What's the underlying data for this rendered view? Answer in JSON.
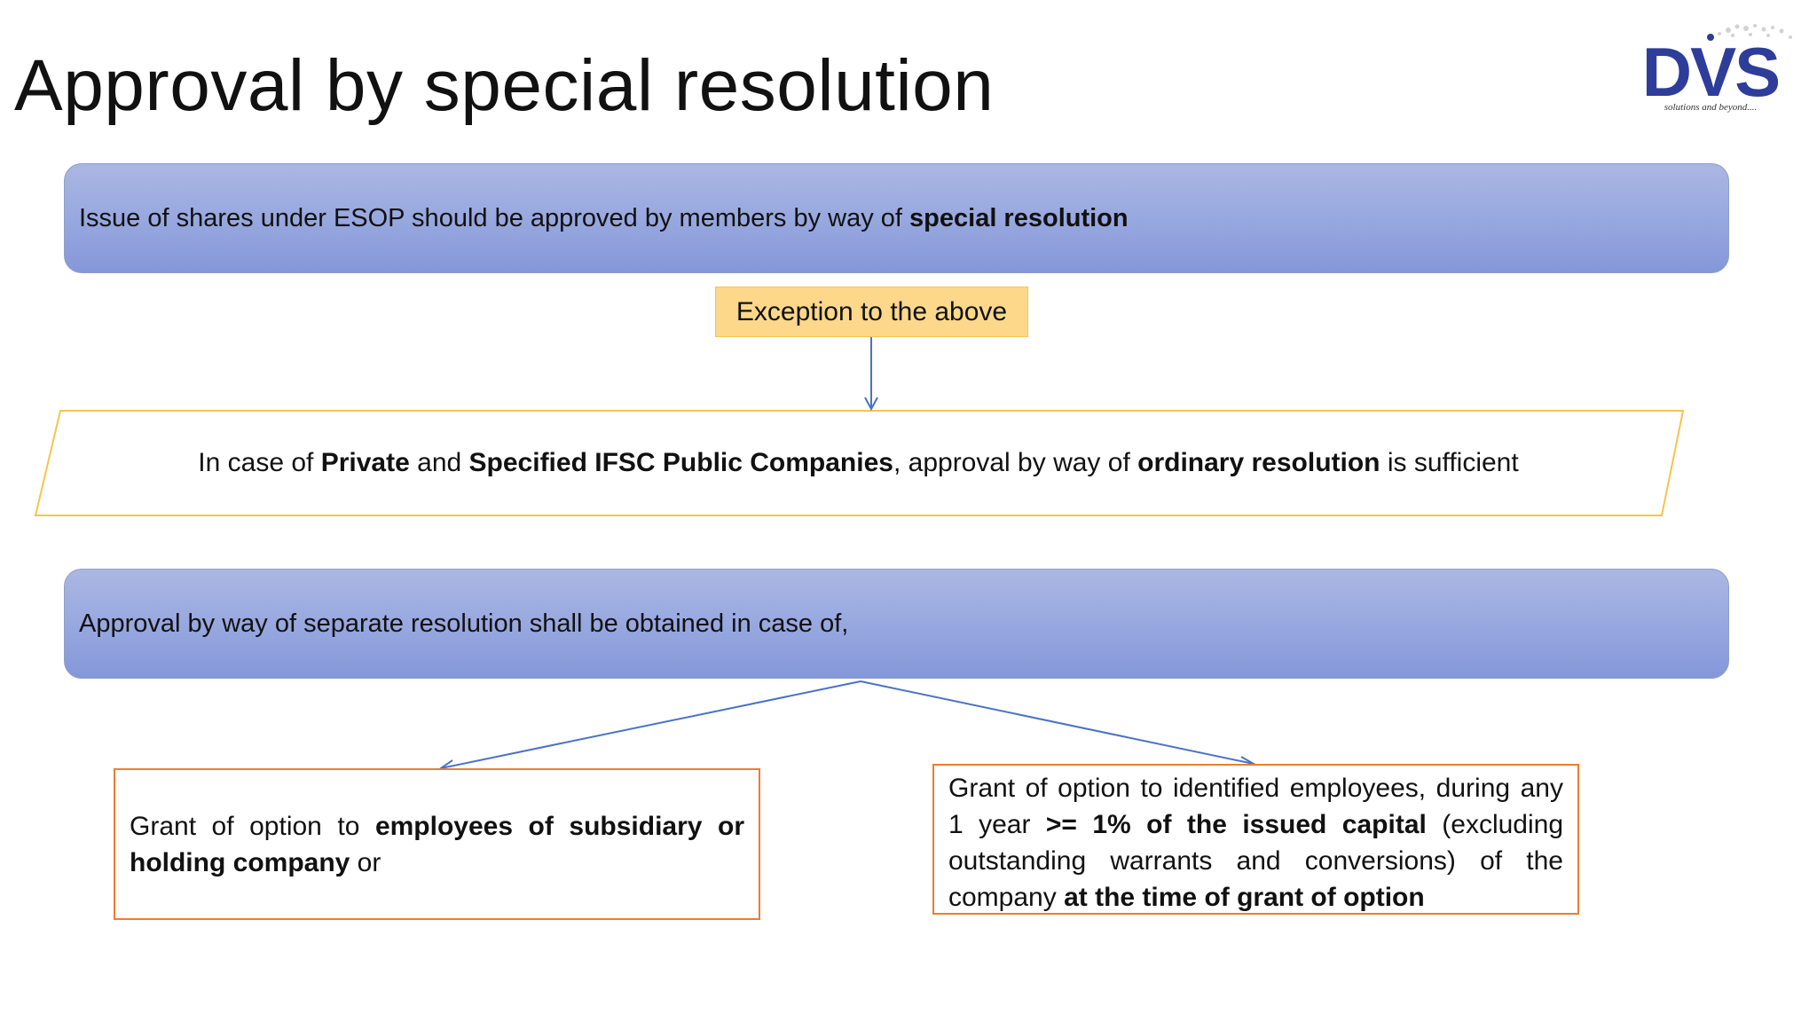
{
  "slide": {
    "title": "Approval by special resolution"
  },
  "logo": {
    "text": "DVS",
    "tagline": "solutions and beyond....",
    "color": "#2e3d99"
  },
  "colors": {
    "blue_box_top": "#abb7e2",
    "blue_box_bottom": "#8497d9",
    "exception_fill": "#fdd88a",
    "parallelogram_border": "#f6c44b",
    "orange_border": "#ed7d31",
    "arrow": "#4a72c4"
  },
  "box1": {
    "text_before": "Issue of shares under ESOP should be approved by members by way of ",
    "bold": "special resolution"
  },
  "exception": {
    "label": "Exception to the above"
  },
  "parallelogram": {
    "part1": "In case of ",
    "bold1": "Private",
    "part2": " and ",
    "bold2": "Specified IFSC Public Companies",
    "part3": ", approval by way of ",
    "bold3": "ordinary resolution",
    "part4": " is sufficient"
  },
  "box2": {
    "text": "Approval by way of separate resolution shall be obtained in case of,"
  },
  "left_box": {
    "part1": "Grant of option to ",
    "bold1": "employees of subsidiary or holding company",
    "part2": " or"
  },
  "right_box": {
    "part1": "Grant of option to identified employees, during any 1 year ",
    "bold1": ">= 1% of the issued capital",
    "part2": " (excluding outstanding warrants and conversions) of the company ",
    "bold2": "at the time of grant of option"
  }
}
